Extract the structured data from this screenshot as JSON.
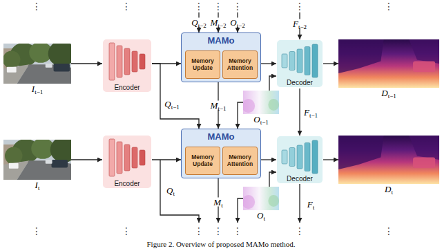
{
  "diagram": {
    "caption": "Figure 2. Overview of proposed MAMo method.",
    "nodes": [
      {
        "text": [
          "It−1"
        ]
      },
      {
        "text": [
          "Encoder"
        ]
      },
      {
        "text": [
          "MAMo"
        ]
      },
      {
        "text": [
          "Memory Update"
        ],
        "in": 2
      },
      {
        "text": [
          "Memory Attention"
        ],
        "in": 2
      },
      {
        "text": [
          "Decoder"
        ]
      },
      {
        "text": [
          "Dt−1"
        ]
      },
      {
        "text": [
          "Ot−1"
        ]
      },
      {
        "text": [
          "It"
        ]
      },
      {
        "text": [
          "Encoder"
        ]
      },
      {
        "text": [
          "MAMo"
        ]
      },
      {
        "text": [
          "Memory Update"
        ],
        "in": 10
      },
      {
        "text": [
          "Memory Attention"
        ],
        "in": 10
      },
      {
        "text": [
          "Decoder"
        ]
      },
      {
        "text": [
          "Dt"
        ]
      },
      {
        "text": [
          "Ot"
        ]
      }
    ],
    "edges": [
      {
        "from": 0,
        "to": 1,
        "arrow": "to"
      },
      {
        "from": 1,
        "to": 2,
        "arrow": "to"
      },
      {
        "from": 2,
        "to": 5,
        "arrow": "to"
      },
      {
        "from": 5,
        "to": 6,
        "arrow": "to"
      },
      {
        "from": 1,
        "to": 10,
        "label": "Qt−1",
        "arrow": "to"
      },
      {
        "from": 2,
        "to": 10,
        "label": "Mt−1",
        "arrow": "to"
      },
      {
        "from": 7,
        "to": 5,
        "arrow": "to"
      },
      {
        "from": 7,
        "to": 10,
        "arrow": "to"
      },
      {
        "from": 5,
        "to": 13,
        "label": "Ft−1",
        "arrow": "to"
      },
      {
        "from": 8,
        "to": 9,
        "arrow": "to"
      },
      {
        "from": 9,
        "to": 10,
        "arrow": "to"
      },
      {
        "from": 10,
        "to": 13,
        "arrow": "to"
      },
      {
        "from": 13,
        "to": 14,
        "arrow": "to"
      },
      {
        "from": 15,
        "to": 13,
        "arrow": "to"
      }
    ],
    "labels": [
      "⋮",
      "⋮",
      "⋮",
      "⋮",
      "⋮",
      "⋮",
      "⋮",
      "Qt−2",
      "Mt−2",
      "Ot−2",
      "Ft−2",
      "Qt",
      "Mt",
      "Ft",
      "⋮",
      "⋮",
      "⋮",
      "⋮",
      "⋮",
      "⋮",
      "⋮"
    ]
  }
}
